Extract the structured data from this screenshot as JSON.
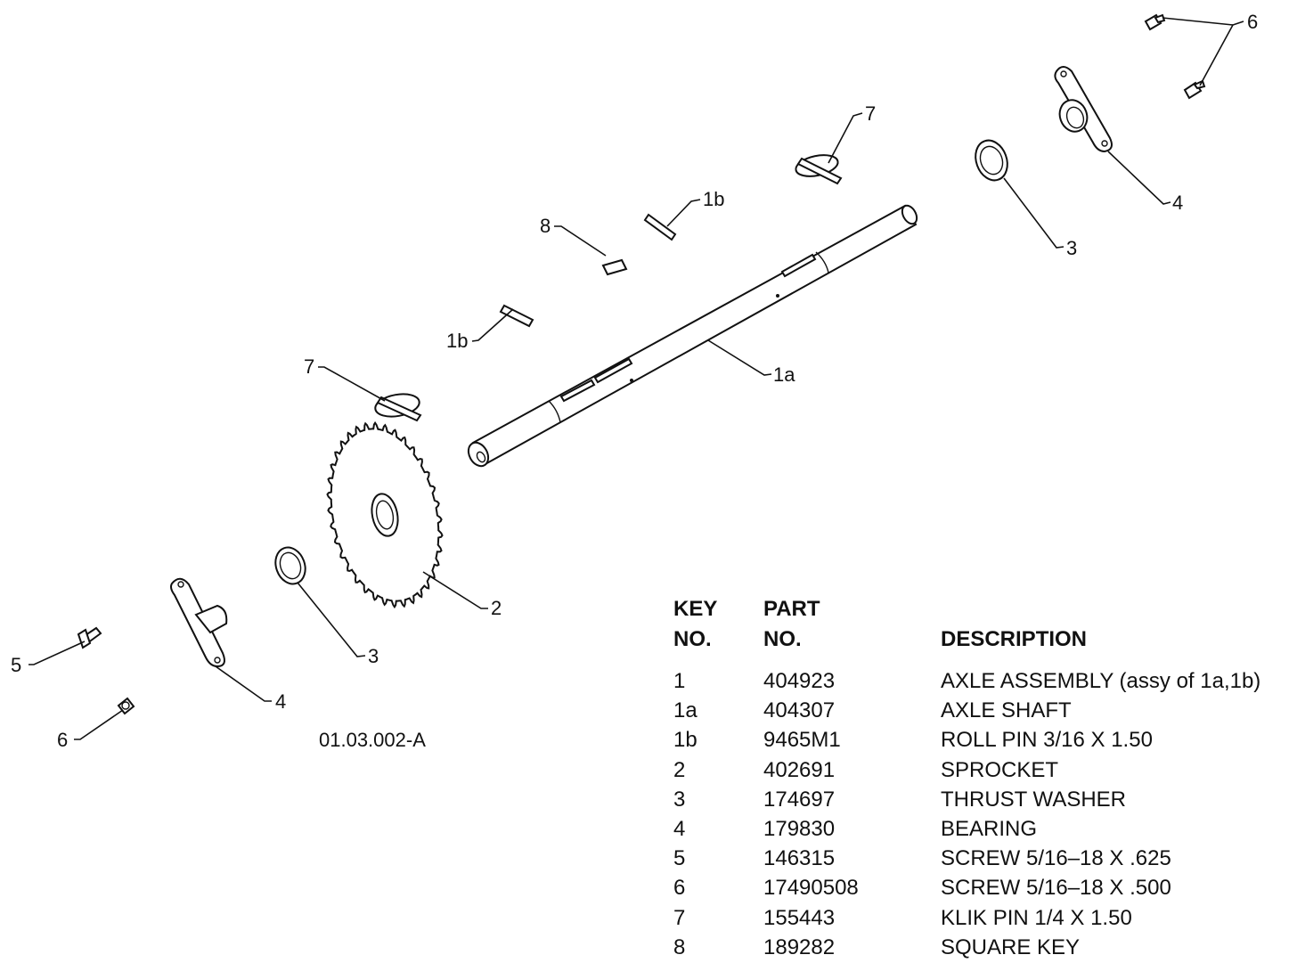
{
  "figure_id": "01.03.002-A",
  "callouts": {
    "c6_top": "6",
    "c7_top": "7",
    "c1b_top": "1b",
    "c8": "8",
    "c4_right": "4",
    "c3_right": "3",
    "c1b_left": "1b",
    "c1a": "1a",
    "c7_left": "7",
    "c2": "2",
    "c3_left": "3",
    "c4_left": "4",
    "c5": "5",
    "c6_left": "6"
  },
  "parts_table": {
    "header_key_line1": "KEY",
    "header_key_line2": "NO.",
    "header_part_line1": "PART",
    "header_part_line2": "NO.",
    "header_desc": "DESCRIPTION",
    "rows": [
      {
        "key": "1",
        "part": "404923",
        "desc": "AXLE ASSEMBLY (assy of 1a,1b)"
      },
      {
        "key": "1a",
        "part": "404307",
        "desc": "AXLE SHAFT"
      },
      {
        "key": "1b",
        "part": "9465M1",
        "desc": "ROLL PIN 3/16 X 1.50"
      },
      {
        "key": "2",
        "part": "402691",
        "desc": "SPROCKET"
      },
      {
        "key": "3",
        "part": "174697",
        "desc": "THRUST WASHER"
      },
      {
        "key": "4",
        "part": "179830",
        "desc": "BEARING"
      },
      {
        "key": "5",
        "part": "146315",
        "desc": "SCREW 5/16–18 X .625"
      },
      {
        "key": "6",
        "part": "17490508",
        "desc": "SCREW 5/16–18 X .500"
      },
      {
        "key": "7",
        "part": "155443",
        "desc": "KLIK PIN 1/4 X 1.50"
      },
      {
        "key": "8",
        "part": "189282",
        "desc": "SQUARE KEY"
      }
    ]
  }
}
